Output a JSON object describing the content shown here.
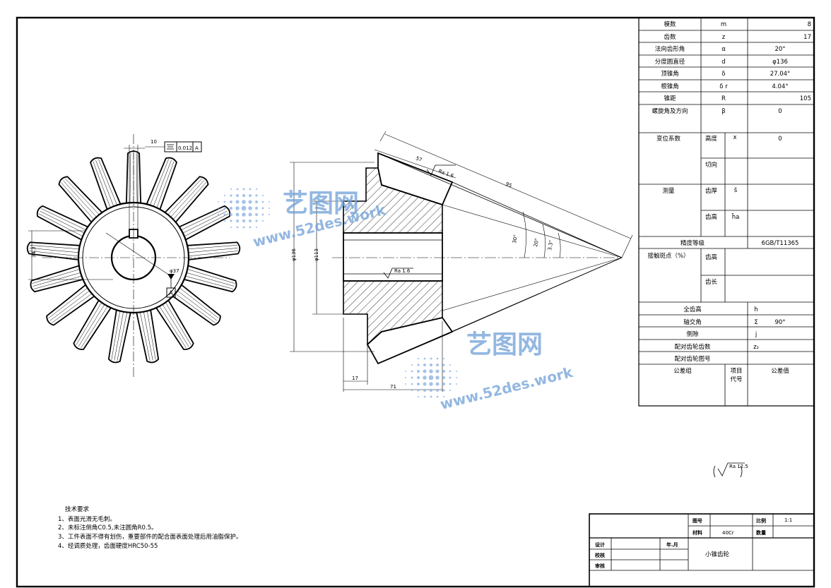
{
  "params": {
    "rows": [
      {
        "label": "模数",
        "symbol": "m",
        "value": "8"
      },
      {
        "label": "齿数",
        "symbol": "z",
        "value": "17"
      },
      {
        "label": "法向齿形角",
        "symbol": "α",
        "value": "20°"
      },
      {
        "label": "分度圆直径",
        "symbol": "d",
        "value": "φ136"
      },
      {
        "label": "顶锥角",
        "symbol": "δ",
        "value": "27.04°"
      },
      {
        "label": "根锥角",
        "symbol": "δ r",
        "value": "4.04°"
      },
      {
        "label": "锥距",
        "symbol": "R",
        "value": "105"
      },
      {
        "label": "螺旋角及方向",
        "symbol": "β",
        "value": "0"
      }
    ],
    "shift": {
      "label": "变位系数",
      "sub1": "高度",
      "sym1": "x",
      "val1": "0",
      "sub2": "切向"
    },
    "measure": {
      "label": "测量",
      "sub1": "齿厚",
      "sym1": "s̄",
      "sub2": "齿高",
      "sym2": "h̄a"
    },
    "accuracy": {
      "label": "精度等级",
      "value": "6GB/T11365"
    },
    "contact": {
      "label": "接触斑点（%）",
      "sub1": "齿高",
      "sub2": "齿长"
    },
    "rows2": [
      {
        "label": "全齿高",
        "symbol": "h",
        "value": ""
      },
      {
        "label": "轴交角",
        "symbol": "Σ",
        "value": "90°"
      },
      {
        "label": "侧隙",
        "symbol": "j",
        "value": ""
      },
      {
        "label": "配对齿轮齿数",
        "symbol": "z₂",
        "value": ""
      },
      {
        "label": "配对齿轮图号",
        "symbol": "",
        "value": ""
      }
    ],
    "tolerance": {
      "label": "公差组",
      "item": "项目",
      "code": "代号",
      "value": "公差值"
    }
  },
  "notes": {
    "title": "技术要求",
    "lines": [
      "1、表面光滑无毛刺。",
      "2、未标注倒角C0.5,未注圆角R0.5。",
      "3、工件表面不得有划伤，重要部件的配合面表面处理后用油脂保护。",
      "4、经调质处理，齿面硬度HRC50-55"
    ]
  },
  "titleblock": {
    "drawing_no_label": "图号",
    "scale_label": "比例",
    "scale_value": "1:1",
    "material_label": "材料",
    "material_value": "40Cr",
    "quantity_label": "数量",
    "design_label": "设计",
    "check_label": "校核",
    "review_label": "审核",
    "date_label": "年.月",
    "part_name": "小锥齿轮"
  },
  "front_view": {
    "dim_keyway": "34.3",
    "dim_width": "10",
    "tolerance_value": "0.012",
    "datum": "A",
    "bore_dim": "φ37",
    "datum_label": "A"
  },
  "section_view": {
    "dim_cone": "57",
    "rough1": "Ra 1.6",
    "rough2": "Ra 1.6",
    "dim_r": "95",
    "ang1": "30°",
    "ang2": "20°",
    "ang3": "3.3°",
    "dia_outer": "φ136",
    "dia_inner": "φ113",
    "dim_17": "17",
    "dim_71": "71"
  },
  "roughness_general": "Ra 12.5",
  "watermark": {
    "brand": "艺图网",
    "url": "www.52des.work"
  }
}
